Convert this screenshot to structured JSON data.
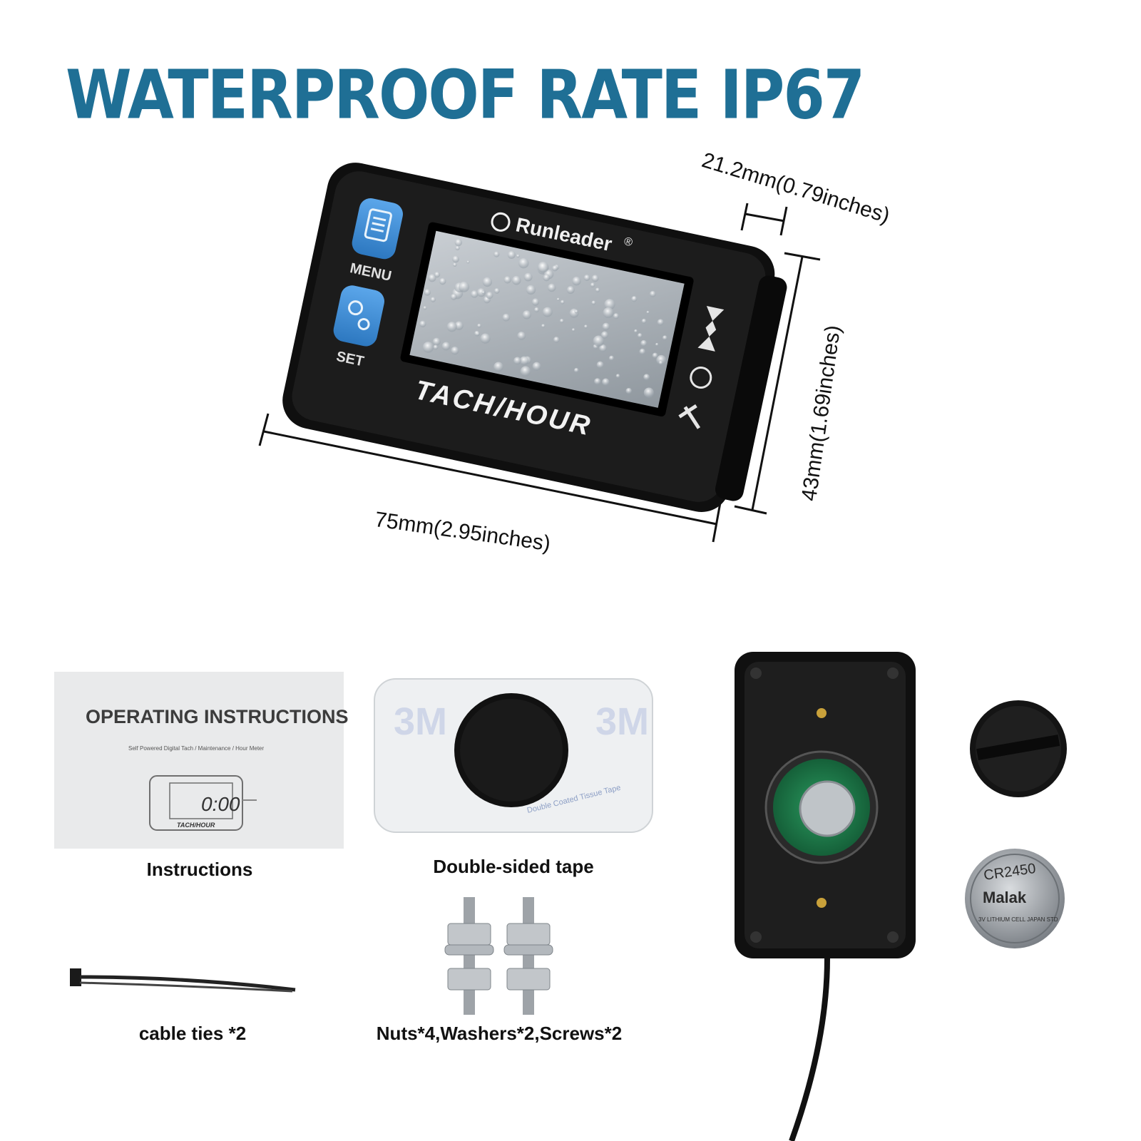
{
  "headline": "WATERPROOF RATE IP67",
  "device": {
    "brand": "Runleader",
    "registered_mark": "®",
    "menu_label": "MENU",
    "set_label": "SET",
    "model_label": "TACH/HOUR"
  },
  "dimensions": {
    "length": "75mm(2.95inches)",
    "height": "43mm(1.69inches)",
    "depth": "21.2mm(0.79inches)"
  },
  "accessories": {
    "instructions": {
      "caption": "Instructions",
      "booklet_title": "OPERATING INSTRUCTIONS",
      "booklet_subtitle": "Self Powered Digital Tach / Maintenance / Hour Meter",
      "mini_display": "0:00",
      "mini_model": "TACH/HOUR"
    },
    "tape": {
      "caption": "Double-sided tape",
      "print_text": "Double Coated Tissue Tape"
    },
    "cable_ties": {
      "caption": "cable ties *2"
    },
    "hardware": {
      "caption": "Nuts*4,Washers*2,Screws*2"
    },
    "battery": {
      "model": "CR2450",
      "brand": "Malak",
      "note": "3V LITHIUM CELL JAPAN STD"
    }
  },
  "colors": {
    "headline": "#1f6f95",
    "button_blue": "#3d8fd8",
    "device_body": "#141414",
    "pcb_green": "#1f7a4a"
  }
}
